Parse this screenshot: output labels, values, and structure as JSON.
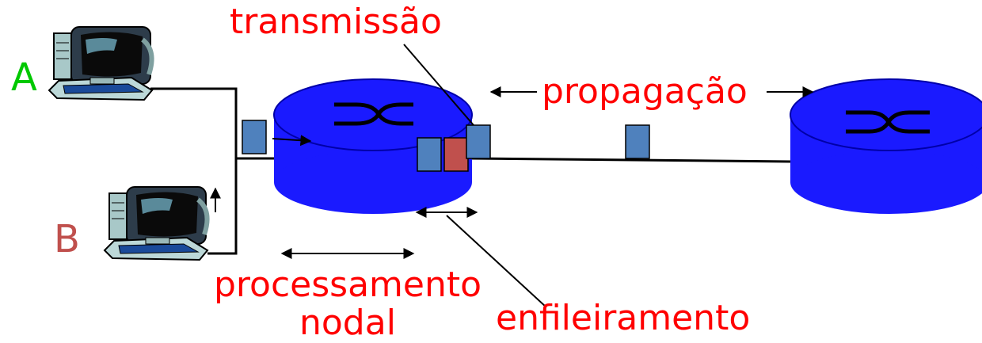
{
  "labels": {
    "transmission": "transmissão",
    "propagation": "propagação",
    "processing_line1": "processamento",
    "processing_line2": "nodal",
    "queueing": "enfileiramento",
    "host_a": "A",
    "host_b": "B"
  },
  "colors": {
    "label_red": "#ff0000",
    "host_a_green": "#00c800",
    "host_b_red": "#c0504d",
    "router_blue": "#1a1aff",
    "router_dark": "#0000a8",
    "packet_blue": "#4f81bd",
    "packet_red": "#c0504d",
    "link_black": "#000000"
  },
  "icons": {
    "host": "desktop-computer-icon",
    "router": "router-crossed-arrows-icon"
  }
}
